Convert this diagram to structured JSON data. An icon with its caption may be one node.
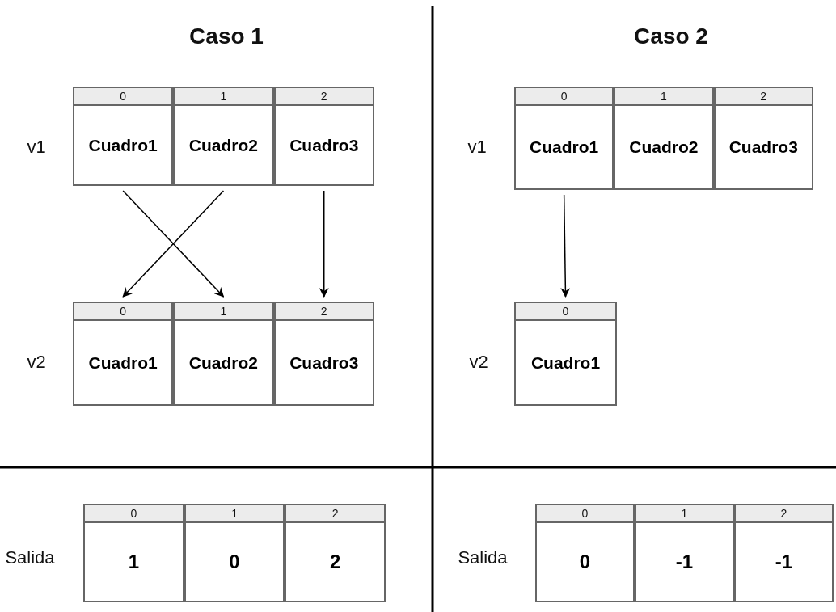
{
  "diagram": {
    "nodes": [
      {
        "text": [
          "0",
          "Cuadro1"
        ]
      },
      {
        "text": [
          "1",
          "Cuadro2"
        ]
      },
      {
        "text": [
          "2",
          "Cuadro3"
        ]
      },
      {
        "text": [
          "0",
          "Cuadro1"
        ]
      },
      {
        "text": [
          "1",
          "Cuadro2"
        ]
      },
      {
        "text": [
          "2",
          "Cuadro3"
        ]
      },
      {
        "text": [
          "0",
          "Cuadro1"
        ]
      },
      {
        "text": [
          "1",
          "Cuadro2"
        ]
      },
      {
        "text": [
          "2",
          "Cuadro3"
        ]
      },
      {
        "text": [
          "0",
          "Cuadro1"
        ]
      },
      {
        "text": [
          "0",
          "1"
        ]
      },
      {
        "text": [
          "1",
          "0"
        ]
      },
      {
        "text": [
          "2",
          "2"
        ]
      },
      {
        "text": [
          "0",
          "0"
        ]
      },
      {
        "text": [
          "1",
          "-1"
        ]
      },
      {
        "text": [
          "2",
          "-1"
        ]
      }
    ],
    "edges": [
      {
        "from": 0,
        "to": 4,
        "arrow": "to"
      },
      {
        "from": 1,
        "to": 3,
        "arrow": "to"
      },
      {
        "from": 2,
        "to": 5,
        "arrow": "to"
      },
      {
        "from": 6,
        "to": 9,
        "arrow": "to"
      }
    ],
    "labels": [
      "Caso 1",
      "Caso 2",
      "v1",
      "v1",
      "v2",
      "v2",
      "Salida",
      "Salida"
    ]
  }
}
